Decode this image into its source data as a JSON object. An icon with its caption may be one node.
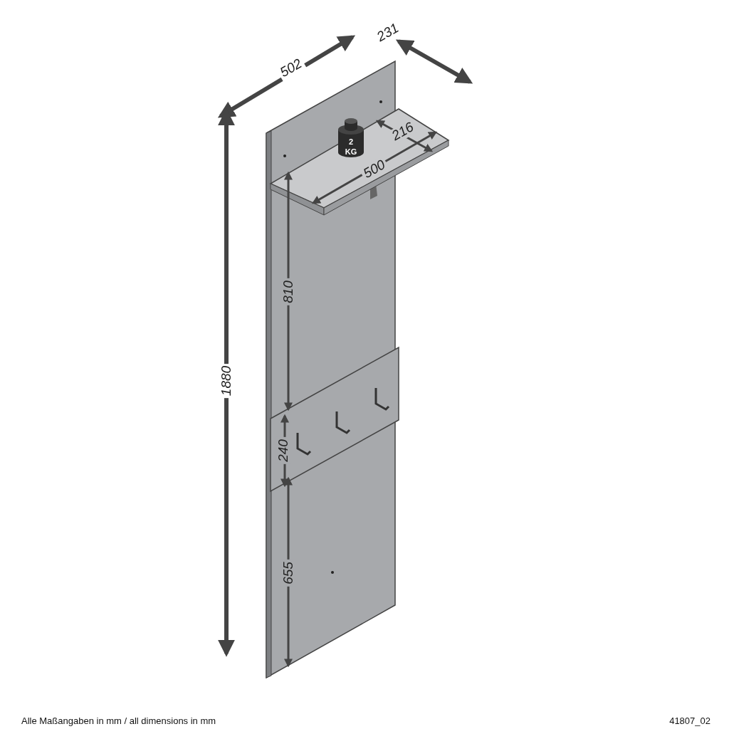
{
  "diagram": {
    "labels": [
      "502",
      "231",
      "1880",
      "2 KG",
      "216",
      "500",
      "810",
      "240",
      "655",
      "Alle Maßangaben in mm / all dimensions in mm",
      "41807_02"
    ]
  }
}
